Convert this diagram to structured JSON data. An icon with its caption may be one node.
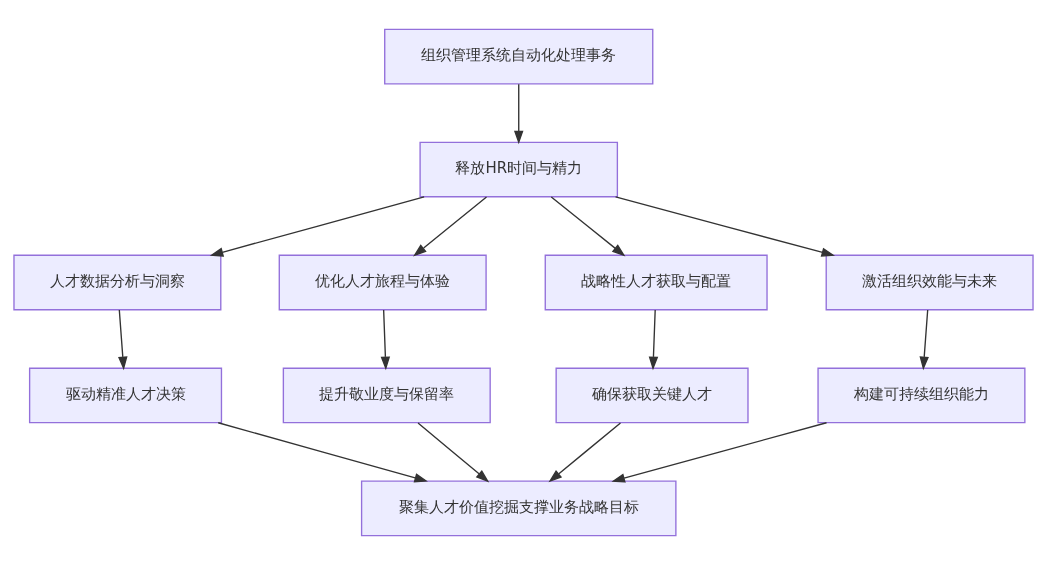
{
  "diagram": {
    "nodes": [
      {
        "text": [
          "组织管理系统自动化处理事务"
        ]
      },
      {
        "text": [
          "释放HR时间与精力"
        ]
      },
      {
        "text": [
          "人才数据分析与洞察"
        ]
      },
      {
        "text": [
          "优化人才旅程与体验"
        ]
      },
      {
        "text": [
          "战略性人才获取与配置"
        ]
      },
      {
        "text": [
          "激活组织效能与未来"
        ]
      },
      {
        "text": [
          "驱动精准人才决策"
        ]
      },
      {
        "text": [
          "提升敬业度与保留率"
        ]
      },
      {
        "text": [
          "确保获取关键人才"
        ]
      },
      {
        "text": [
          "构建可持续组织能力"
        ]
      },
      {
        "text": [
          "聚集人才价值挖掘支撑业务战略目标"
        ]
      }
    ],
    "edges": [
      {
        "from": 0,
        "to": 1,
        "arrow": "to"
      },
      {
        "from": 1,
        "to": 2,
        "arrow": "to"
      },
      {
        "from": 1,
        "to": 3,
        "arrow": "to"
      },
      {
        "from": 1,
        "to": 4,
        "arrow": "to"
      },
      {
        "from": 1,
        "to": 5,
        "arrow": "to"
      },
      {
        "from": 2,
        "to": 6,
        "arrow": "to"
      },
      {
        "from": 3,
        "to": 7,
        "arrow": "to"
      },
      {
        "from": 4,
        "to": 8,
        "arrow": "to"
      },
      {
        "from": 5,
        "to": 9,
        "arrow": "to"
      },
      {
        "from": 6,
        "to": 10,
        "arrow": "to"
      },
      {
        "from": 7,
        "to": 10,
        "arrow": "to"
      },
      {
        "from": 8,
        "to": 10,
        "arrow": "to"
      },
      {
        "from": 9,
        "to": 10,
        "arrow": "to"
      }
    ]
  }
}
